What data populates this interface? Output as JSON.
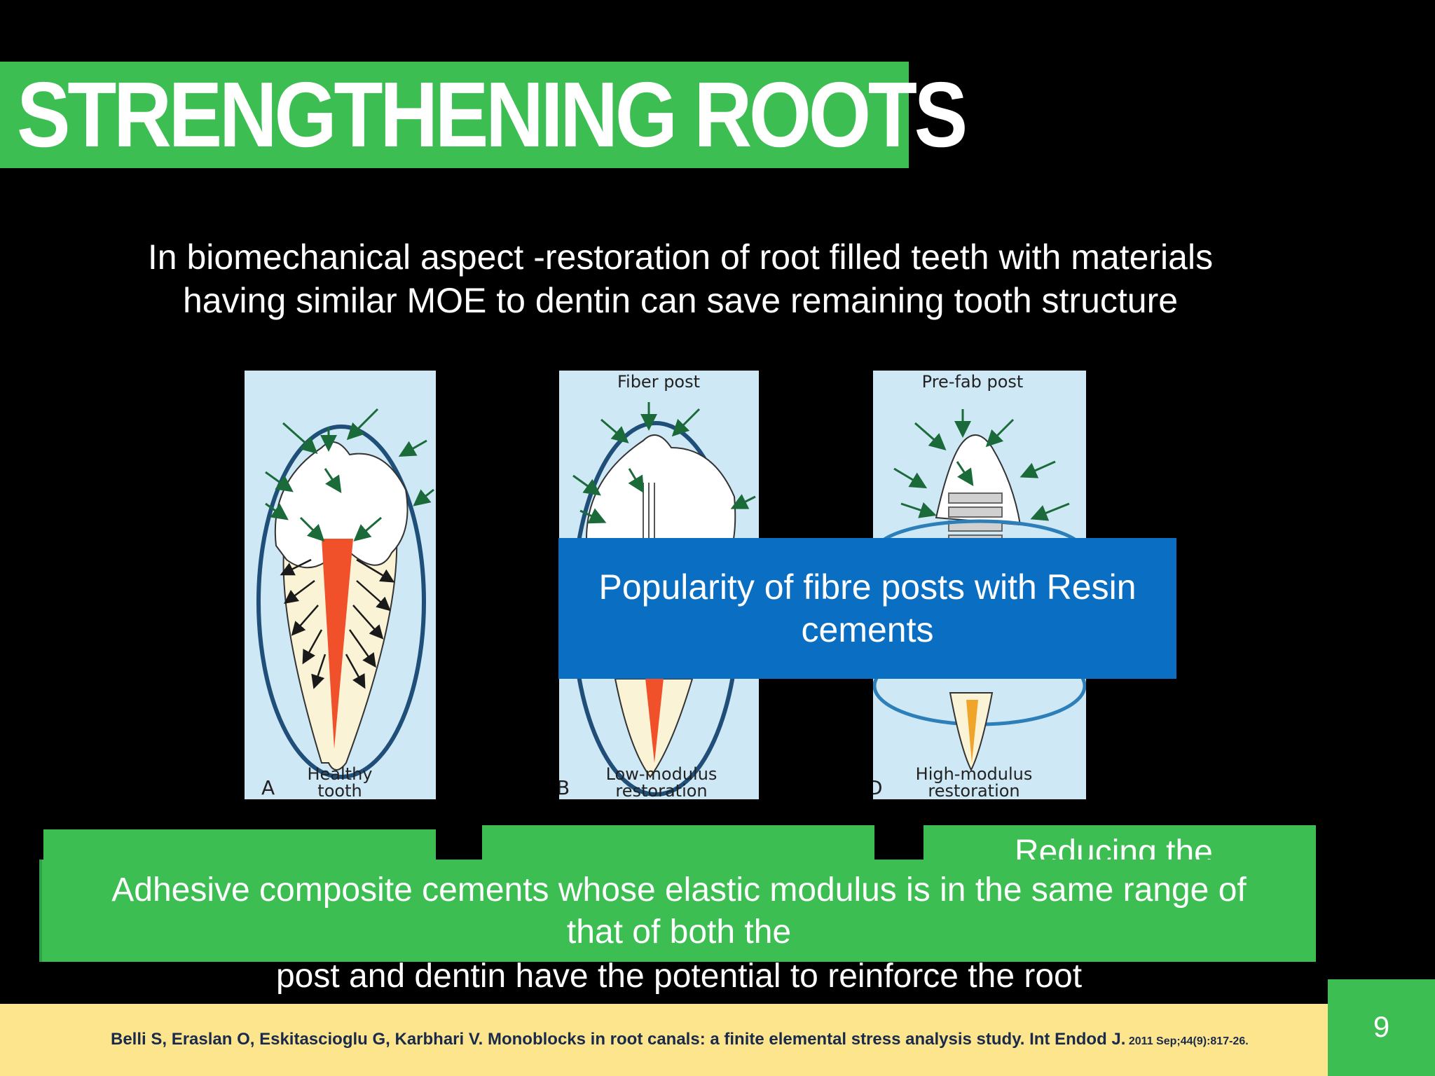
{
  "slide": {
    "title": "STRENGTHENING ROOTS",
    "intro_line1": "In biomechanical aspect -restoration of root filled teeth with materials",
    "intro_line2": "having similar MOE  to dentin can save remaining tooth structure",
    "callout": "Popularity of fibre posts with Resin cements",
    "reducing_fragment": "Reducing the",
    "adhesive_line1": "Adhesive composite cements whose elastic modulus is in the same range of",
    "adhesive_line2": "that of both the",
    "adhesive_line3": "post and dentin have the potential to reinforce the root",
    "citation_main": "Belli S, Eraslan O, Eskitascioglu G, Karbhari V. Monoblocks in root canals: a finite elemental stress analysis study. Int Endod J.",
    "citation_small": " 2011 Sep;44(9):817-26.",
    "page_number": "9"
  },
  "figures": {
    "a": {
      "letter": "A",
      "label_line1": "Healthy",
      "label_line2": "tooth"
    },
    "b": {
      "header": "Fiber post",
      "letter": "B",
      "label_line1": "Low-modulus",
      "label_line2": "restoration"
    },
    "c": {
      "header": "Pre-fab post",
      "letter": "D",
      "label_line1": "High-modulus",
      "label_line2": "restoration"
    }
  },
  "colors": {
    "background": "#000000",
    "accent_green": "#3dbe52",
    "callout_blue": "#0a6fc2",
    "footer_yellow": "#fde58e",
    "diagram_bg": "#cfe8f5",
    "pulp_red": "#f0502a",
    "outline_navy": "#1f4e79"
  }
}
